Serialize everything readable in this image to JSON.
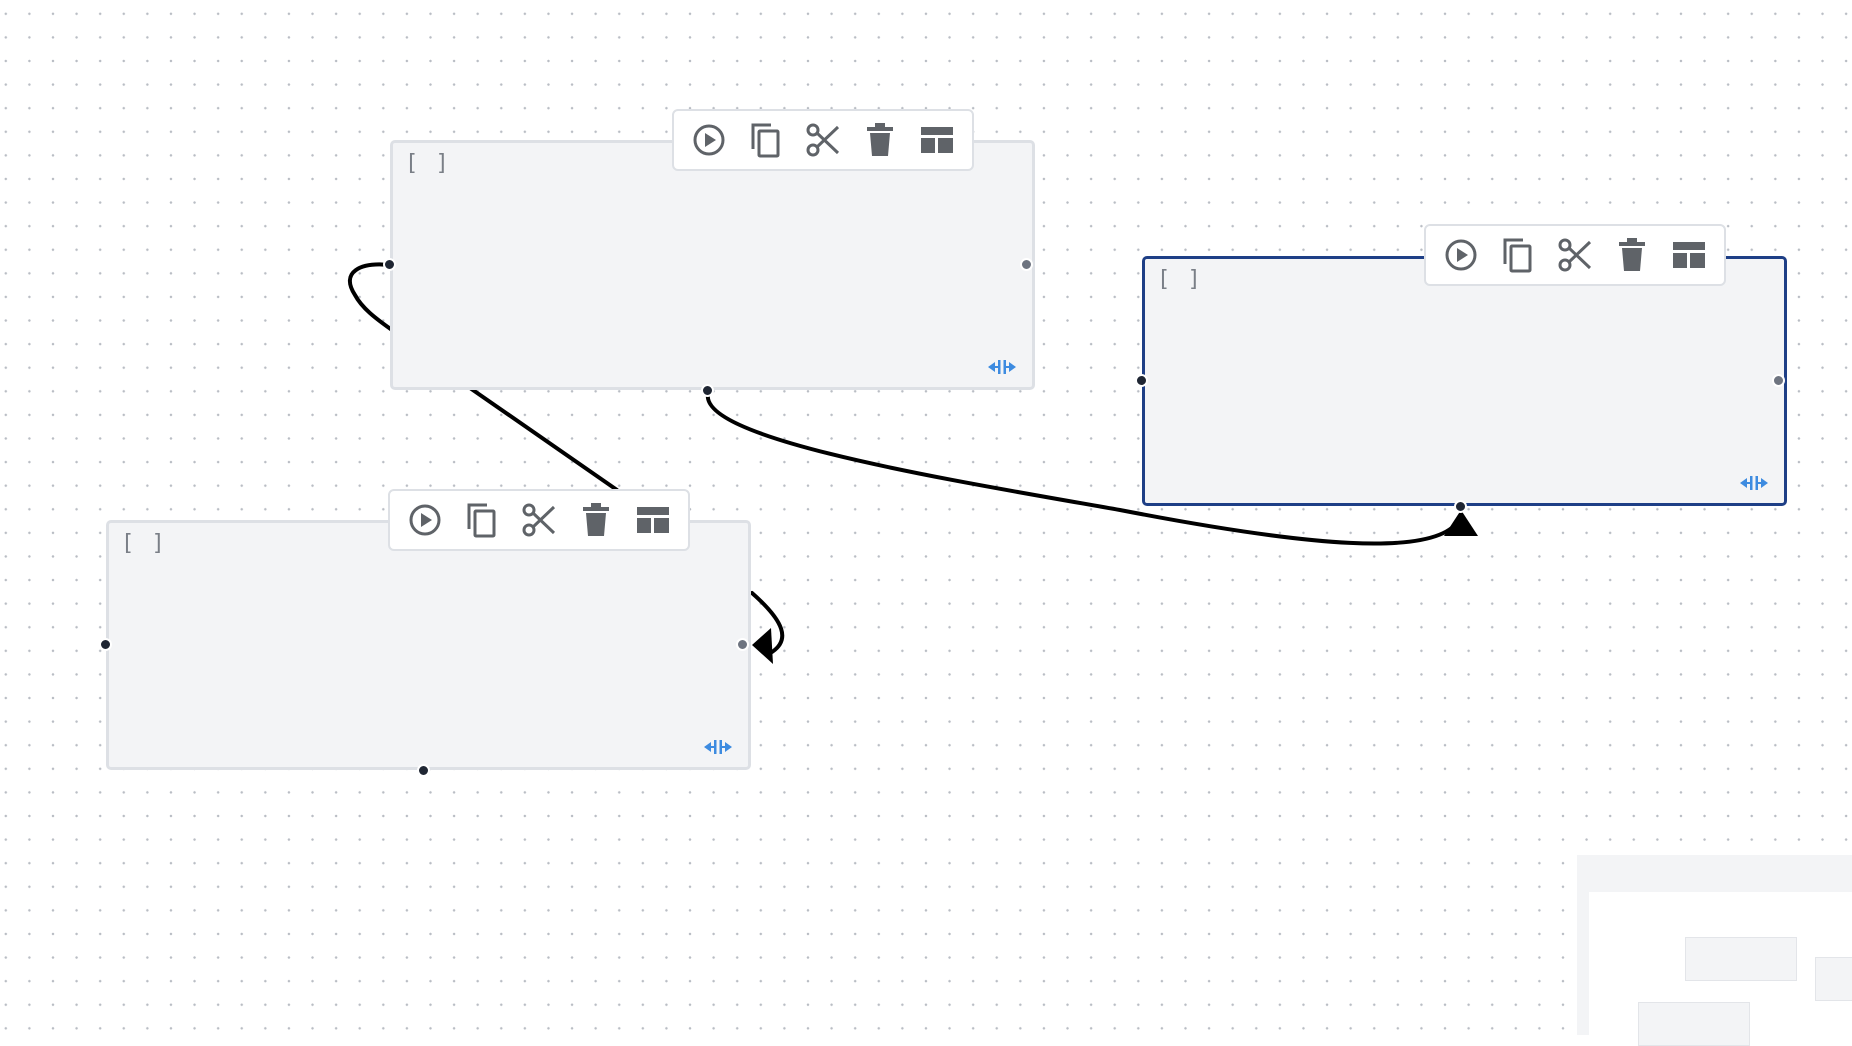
{
  "canvas": {
    "background": "#ffffff",
    "grid_dot_color": "#b9bdc4"
  },
  "colors": {
    "node_fill": "#f3f4f6",
    "node_border": "#dde0e5",
    "selected_border": "#1e3f86",
    "edge": "#000000",
    "resize_icon": "#3d8be0",
    "toolbar_icon": "#5f6368"
  },
  "nodes": [
    {
      "id": "node-top",
      "label": "[ ]",
      "selected": false
    },
    {
      "id": "node-right",
      "label": "[ ]",
      "selected": true
    },
    {
      "id": "node-bottom-left",
      "label": "[ ]",
      "selected": false
    }
  ],
  "toolbar": {
    "tools": [
      {
        "name": "run",
        "icon": "play-circle-icon"
      },
      {
        "name": "copy",
        "icon": "copy-icon"
      },
      {
        "name": "cut",
        "icon": "scissors-icon"
      },
      {
        "name": "delete",
        "icon": "trash-icon"
      },
      {
        "name": "layout",
        "icon": "layout-icon"
      }
    ]
  },
  "resize_icon": "resize-horizontal-icon",
  "edges": [
    {
      "from": "node-top",
      "to": "node-top",
      "type": "loop"
    },
    {
      "from": "node-top",
      "to": "node-bottom-left",
      "type": "straight"
    },
    {
      "from": "node-top",
      "to": "node-right",
      "type": "curve",
      "arrow": true
    },
    {
      "from": "node-bottom-left",
      "to": "node-bottom-left",
      "type": "loop",
      "arrow": true
    }
  ],
  "minimap": {
    "visible": true
  }
}
